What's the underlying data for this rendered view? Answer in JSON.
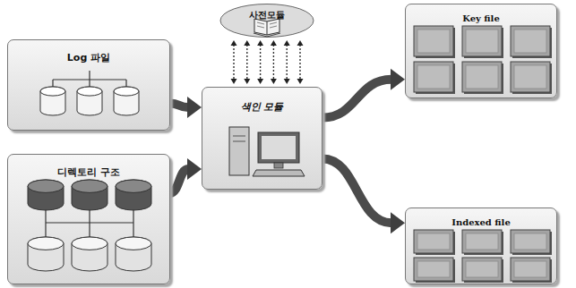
{
  "diagram": {
    "nodes": [
      {
        "text": [
          "Log 파일"
        ]
      },
      {
        "text": [
          "디렉토리 구조"
        ]
      },
      {
        "text": [
          "사전모듈"
        ]
      },
      {
        "text": [
          "색인 모듈"
        ]
      },
      {
        "text": [
          "Key file"
        ]
      },
      {
        "text": [
          "Indexed file"
        ]
      }
    ],
    "edges": [
      {
        "from": 0,
        "to": 3,
        "arrow": "to"
      },
      {
        "from": 1,
        "to": 3,
        "arrow": "to"
      },
      {
        "from": 2,
        "to": 3,
        "arrow": "both"
      },
      {
        "from": 3,
        "to": 4,
        "arrow": "to"
      },
      {
        "from": 3,
        "to": 5,
        "arrow": "to"
      }
    ]
  }
}
